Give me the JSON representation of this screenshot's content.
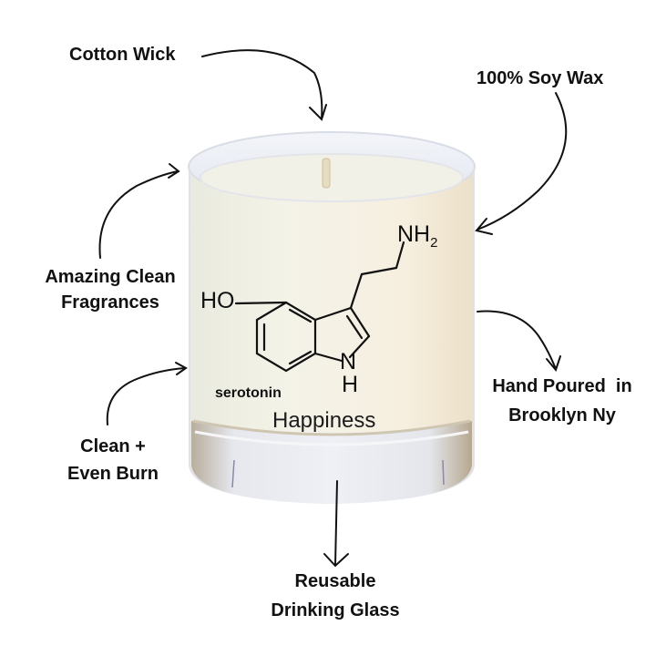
{
  "callouts": {
    "cotton_wick": "Cotton Wick",
    "soy_wax": "100% Soy Wax",
    "fragrances_line1": "Amazing Clean",
    "fragrances_line2": "Fragrances",
    "burn_line1": "Clean +",
    "burn_line2": "Even Burn",
    "hand_poured_line1": "Hand Poured  in",
    "hand_poured_line2": "Brooklyn Ny",
    "reusable_line1": "Reusable",
    "reusable_line2": "Drinking Glass"
  },
  "candle_label": {
    "molecule_nh2": "NH",
    "molecule_nh2_sub": "2",
    "molecule_ho": "HO",
    "molecule_n": "N",
    "molecule_h": "H",
    "compound_name": "serotonin",
    "scent_name": "Happiness"
  },
  "colors": {
    "text": "#111111",
    "wax": "#f3f1e6",
    "glass_rim": "#e8ecf3",
    "background": "#ffffff"
  }
}
